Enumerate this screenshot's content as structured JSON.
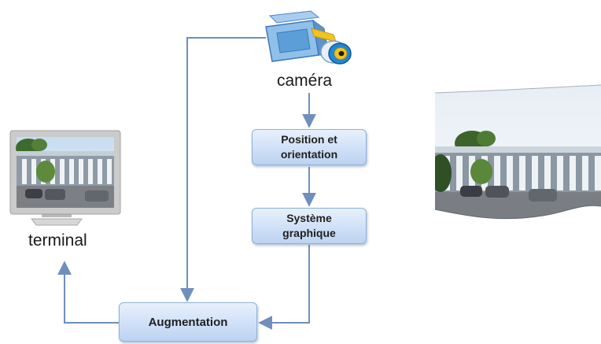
{
  "diagram": {
    "camera": {
      "label": "caméra",
      "icon": "video-camera-icon"
    },
    "terminal": {
      "label": "terminal",
      "icon": "monitor-icon"
    },
    "nodes": {
      "position": "Position et\norientation",
      "graphics": "Système\ngraphique",
      "augmentation": "Augmentation"
    },
    "augmented_image": {
      "icon": "building-photo-icon"
    },
    "colors": {
      "arrow": "#6f8fbd",
      "box_fill": "#cfe0f7",
      "box_border": "#8fb0dc",
      "camera_body": "#7fb2e0",
      "lens": "#1f88d6",
      "tube": "#f0c419",
      "monitor_frame": "#c8c8c8"
    }
  }
}
